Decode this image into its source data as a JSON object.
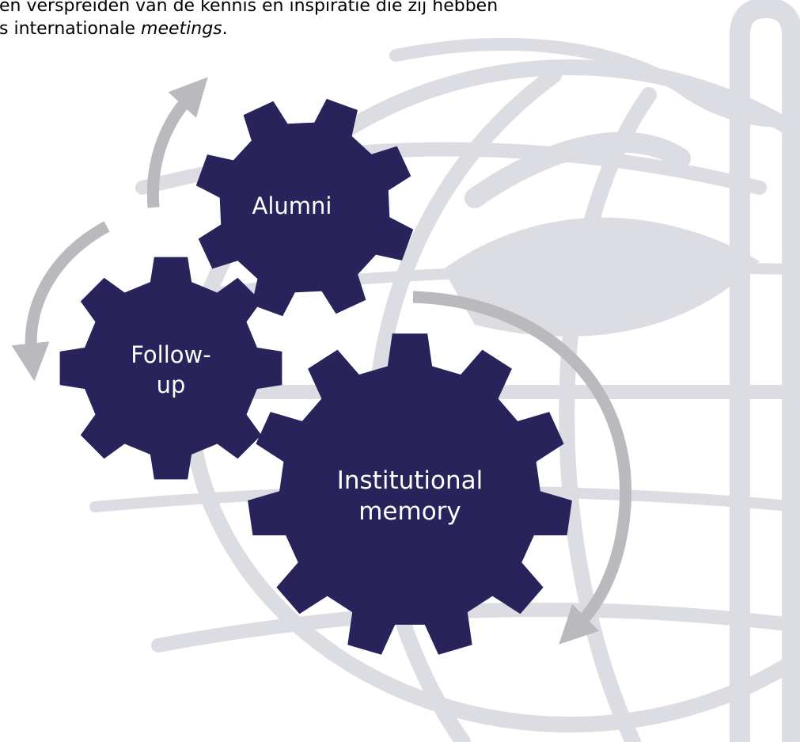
{
  "intro": {
    "line1": "en verspreiden van de kennis en inspiratie die zij hebben",
    "line2_prefix": "s internationale ",
    "line2_italic": "meetings",
    "line2_suffix": "."
  },
  "gears": {
    "alumni": {
      "label": "Alumni"
    },
    "followup": {
      "line1": "Follow-",
      "line2": "up"
    },
    "institutional": {
      "line1": "Institutional",
      "line2": "memory"
    }
  },
  "colors": {
    "gear_fill": "#28235a",
    "arrow": "#b9b9be",
    "watermark": "#dcdce3",
    "label_text": "#ffffff"
  },
  "icons": {
    "background": "globe-watermark-icon",
    "arrows": "curved-arrow-icon"
  }
}
